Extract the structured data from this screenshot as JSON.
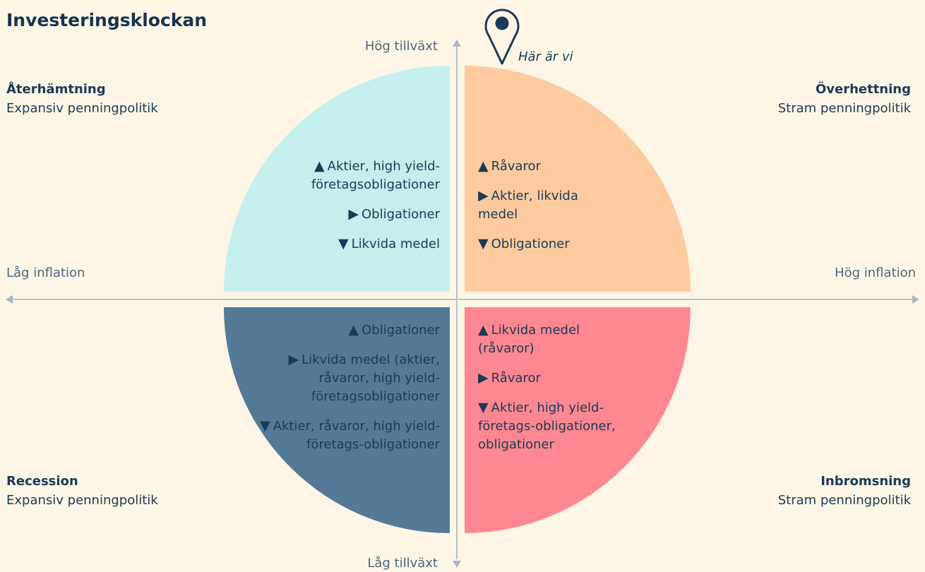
{
  "title": "Investeringsklockan",
  "axes": {
    "top": "Hög tillväxt",
    "bottom": "Låg tillväxt",
    "left": "Låg inflation",
    "right": "Hög inflation"
  },
  "marker": {
    "label": "Här är vi",
    "icon": "location-pin-icon"
  },
  "phases": {
    "top_left": {
      "name": "Återhämtning",
      "policy": "Expansiv penningpolitik",
      "color": "#c5efec"
    },
    "top_right": {
      "name": "Överhettning",
      "policy": "Stram penningpolitik",
      "color": "#fdcb9f"
    },
    "bottom_left": {
      "name": "Recession",
      "policy": "Expansiv penningpolitik",
      "color": "#557a98"
    },
    "bottom_right": {
      "name": "Inbromsning",
      "policy": "Stram penningpolitik",
      "color": "#fe8891"
    }
  },
  "quadrants": {
    "top_left": [
      {
        "arrow": "▲",
        "text": "Aktier, high yield-företagsobligationer"
      },
      {
        "arrow": "▶",
        "text": "Obligationer"
      },
      {
        "arrow": "▼",
        "text": "Likvida medel"
      }
    ],
    "top_right": [
      {
        "arrow": "▲",
        "text": "Råvaror"
      },
      {
        "arrow": "▶",
        "text": "Aktier, likvida medel"
      },
      {
        "arrow": "▼",
        "text": "Obligationer"
      }
    ],
    "bottom_left": [
      {
        "arrow": "▲",
        "text": "Obligationer"
      },
      {
        "arrow": "▶",
        "text": "Likvida medel (aktier, råvaror, high yield-företagsobligationer"
      },
      {
        "arrow": "▼",
        "text": "Aktier, råvaror, high yield-företags-obligationer"
      }
    ],
    "bottom_right": [
      {
        "arrow": "▲",
        "text": "Likvida medel (råvaror)"
      },
      {
        "arrow": "▶",
        "text": "Råvaror"
      },
      {
        "arrow": "▼",
        "text": "Aktier, high yield-företags-obligationer, obligationer"
      }
    ]
  }
}
